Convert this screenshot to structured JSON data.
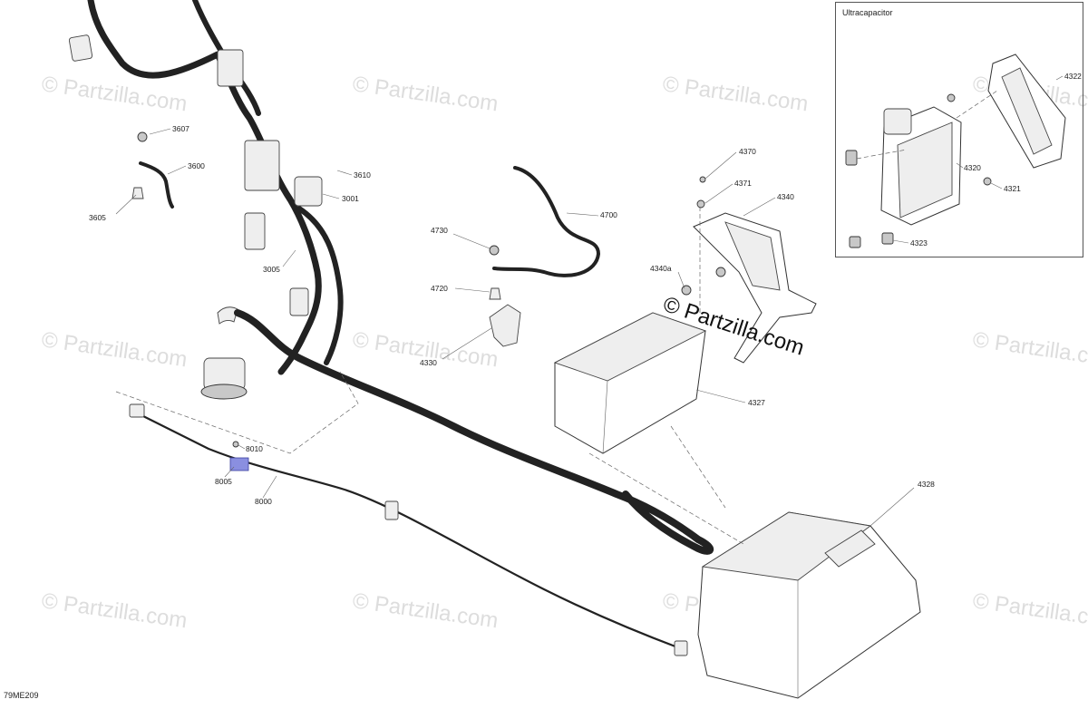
{
  "watermark": {
    "text": "© Partzilla.com",
    "center_text": "© Partzilla.com"
  },
  "diagram_code": "79ME209",
  "inset": {
    "title": "Ultracapacitor"
  },
  "callouts": {
    "c3607": "3607",
    "c3600": "3600",
    "c3605": "3605",
    "c3610": "3610",
    "c3001": "3001",
    "c3005": "3005",
    "c4370": "4370",
    "c4371": "4371",
    "c4340": "4340",
    "c4700": "4700",
    "c4730": "4730",
    "c4720": "4720",
    "c4340a": "4340a",
    "c4330": "4330",
    "c4327": "4327",
    "c4328": "4328",
    "c8010": "8010",
    "c8005": "8005",
    "c8000": "8000",
    "c4320": "4320",
    "c4321": "4321",
    "c4322": "4322",
    "c4323": "4323"
  }
}
